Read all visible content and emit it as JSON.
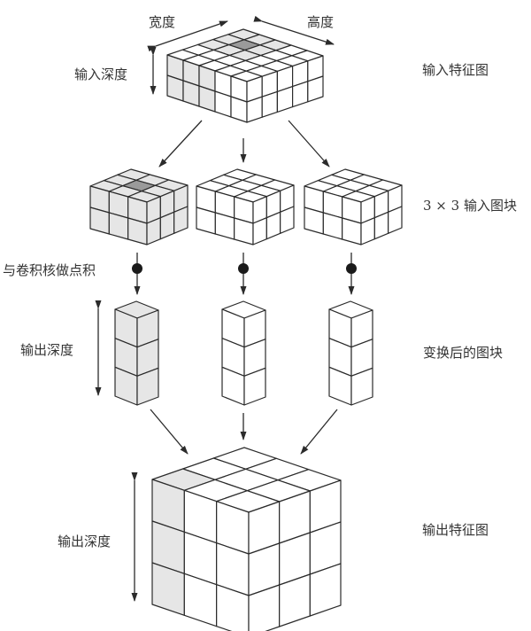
{
  "diagram": {
    "title": "Depthwise convolution pipeline",
    "colors": {
      "stroke": "#2b2b2b",
      "gray_fill": "#e6e6e6",
      "highlight_fill": "#9a9a9a",
      "white_fill": "#ffffff",
      "text": "#333333"
    },
    "labels": {
      "width": "宽度",
      "height": "高度",
      "input_depth": "输入深度",
      "input_feature_map": "输入特征图",
      "input_patches": "3 × 3 输入图块",
      "dot_product": "与卷积核做点积",
      "output_depth_column": "输出深度",
      "transformed_patches": "变换后的图块",
      "output_depth_cube": "输出深度",
      "output_feature_map": "输出特征图"
    },
    "input_feature_map": {
      "width_cells": 5,
      "height_cells": 5,
      "depth_cells": 2
    },
    "input_patches": {
      "count": 3,
      "size": "3 × 3",
      "depth_cells": 2
    },
    "transformed_patches": {
      "count": 3,
      "depth_cells": 3
    },
    "output_feature_map": {
      "width_cells": 3,
      "height_cells": 3,
      "depth_cells": 3
    }
  }
}
